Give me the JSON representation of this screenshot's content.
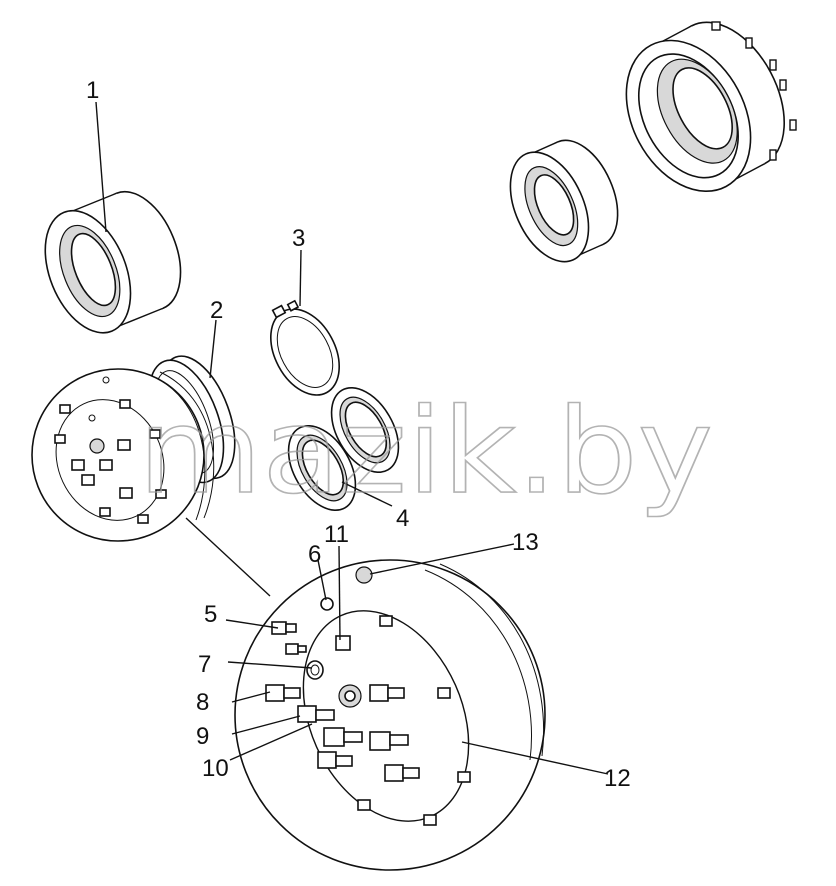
{
  "watermark": {
    "text": "mazik.by"
  },
  "callouts": [
    {
      "id": "1",
      "label": "1"
    },
    {
      "id": "2",
      "label": "2"
    },
    {
      "id": "3",
      "label": "3"
    },
    {
      "id": "4",
      "label": "4"
    },
    {
      "id": "5",
      "label": "5"
    },
    {
      "id": "6",
      "label": "6"
    },
    {
      "id": "7",
      "label": "7"
    },
    {
      "id": "8",
      "label": "8"
    },
    {
      "id": "9",
      "label": "9"
    },
    {
      "id": "10",
      "label": "10"
    },
    {
      "id": "11",
      "label": "11"
    },
    {
      "id": "12",
      "label": "12"
    },
    {
      "id": "13",
      "label": "13"
    }
  ]
}
